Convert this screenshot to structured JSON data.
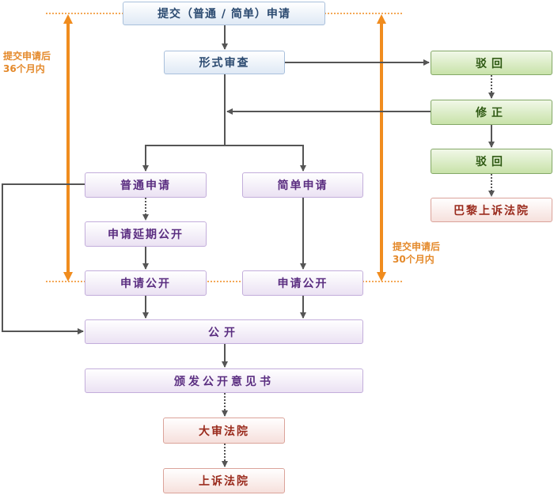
{
  "nodes": {
    "submit": "提交（普通 / 简单）申请",
    "formal_exam": "形式审查",
    "reject1": "驳回",
    "correction": "修正",
    "reject2": "驳回",
    "paris_court": "巴黎上诉法院",
    "ordinary": "普通申请",
    "simple": "简单申请",
    "defer": "申请延期公开",
    "publish_req_left": "申请公开",
    "publish_req_right": "申请公开",
    "publish": "公开",
    "opinion": "颁发公开意见书",
    "tribunal": "大审法院",
    "appeal_court": "上诉法院"
  },
  "notes": {
    "left": [
      "提交申请后",
      "36个月内"
    ],
    "right": [
      "提交申请后",
      "30个月内"
    ]
  },
  "colors": {
    "orange": "#f08c1e",
    "arrow": "#555555"
  }
}
